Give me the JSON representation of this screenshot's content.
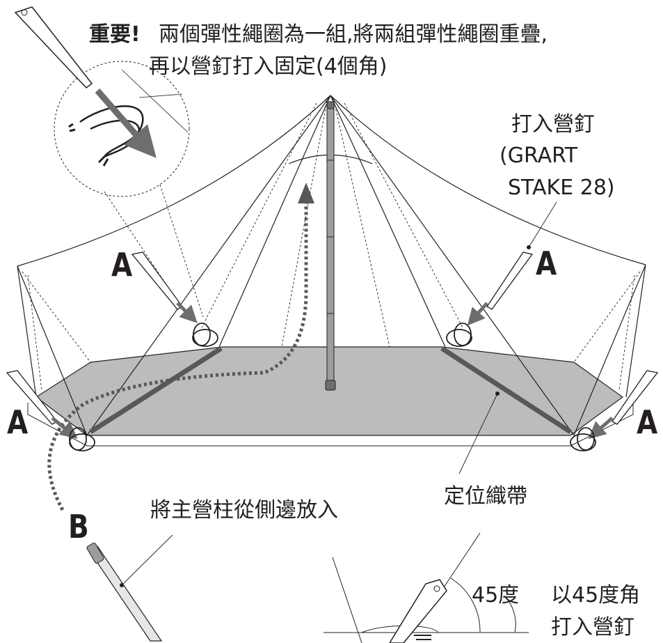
{
  "instruction": {
    "important": "重要!",
    "line1": "兩個彈性繩圈為一組,將兩組彈性繩圈重疊,",
    "line2": "再以營釘打入固定(4個角)"
  },
  "stake_callout": {
    "line1": "打入營釘",
    "line2": "(GRART",
    "line3": "STAKE 28)"
  },
  "markers": {
    "a1": "A",
    "a2": "A",
    "a3": "A",
    "a4": "A",
    "b": "B"
  },
  "positioning_strap": "定位織帶",
  "insert_pole": "將主營柱從側邊放入",
  "angle_label": "45度",
  "angle_note": {
    "line1": "以45度角",
    "line2": "打入營釘"
  },
  "colors": {
    "ink": "#231f20",
    "floor": "#bdbcbc",
    "strap": "#58585a",
    "pole": "#9c9d9f",
    "arrow": "#6d6e70"
  }
}
